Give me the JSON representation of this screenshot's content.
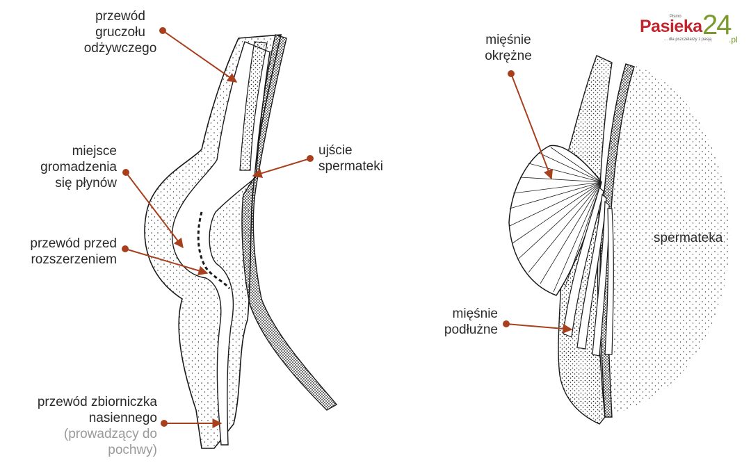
{
  "labels": {
    "przewod_gruczolu": [
      "przewód",
      "gruczołu",
      "odżywczego"
    ],
    "miejsce_gromadzenia": [
      "miejsce",
      "gromadzenia",
      "się płynów"
    ],
    "przewod_przed": [
      "przewód przed",
      "rozszerzeniem"
    ],
    "przewod_zbiorniczka": [
      "przewód zbiorniczka",
      "nasiennego"
    ],
    "przewod_zbiorniczka_note": [
      "(prowadzący do",
      "pochwy)"
    ],
    "ujscie": [
      "ujście",
      "spermateki"
    ],
    "miesnie_okrezne": [
      "mięśnie",
      "okrężne"
    ],
    "spermateka": "spermateka",
    "miesnie_podluzne": [
      "mięśnie",
      "podłużne"
    ]
  },
  "logo": {
    "top_small": "Pismo",
    "brand": "Pasieka",
    "number": "24",
    "tld": ".pl",
    "tagline": "... dla pszczelarzy z pasją"
  },
  "colors": {
    "arrow": "#a8401e",
    "ink": "#1a1a1a",
    "label_text": "#2a2a2a",
    "label_note": "#9a9a9a",
    "brand_red": "#c0262e",
    "brand_green": "#7a9a2e"
  }
}
